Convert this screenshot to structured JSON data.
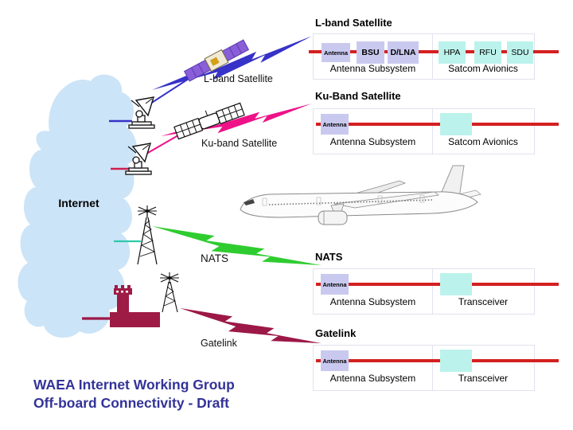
{
  "slide": {
    "title_line1": "WAEA Internet Working Group",
    "title_line2": "Off-board Connectivity - Draft",
    "title_color": "#333399"
  },
  "cloud": {
    "label": "Internet",
    "color": "#cce4f7"
  },
  "links": [
    {
      "id": "l-band",
      "label": "L-band Satellite",
      "color": "#3732c8"
    },
    {
      "id": "ku-band",
      "label": "Ku-band Satellite",
      "color": "#ee1188"
    },
    {
      "id": "nats",
      "label": "NATS",
      "color": "#2fcc2f"
    },
    {
      "id": "gatelink",
      "label": "Gatelink",
      "color": "#9c1847"
    }
  ],
  "icons": [
    "internet-cloud",
    "ground-dish-icon",
    "ground-dish-icon",
    "l-band-satellite-icon",
    "ku-band-satellite-icon",
    "radio-tower-icon",
    "airport-tower-icon",
    "aircraft-icon",
    "lightning-bolt-icon"
  ],
  "panels": [
    {
      "title": "L-band Satellite",
      "left_label": "Antenna Subsystem",
      "right_label": "Satcom Avionics",
      "left_boxes": [
        {
          "label": "Antenna"
        },
        {
          "label": "BSU"
        },
        {
          "label": "D/LNA"
        }
      ],
      "right_boxes": [
        {
          "label": "HPA"
        },
        {
          "label": "RFU"
        },
        {
          "label": "SDU"
        }
      ]
    },
    {
      "title": "Ku-Band Satellite",
      "left_label": "Antenna Subsystem",
      "right_label": "Satcom Avionics",
      "left_boxes": [
        {
          "label": "Antenna"
        }
      ],
      "right_boxes": [
        {
          "label": ""
        }
      ]
    },
    {
      "title": "NATS",
      "left_label": "Antenna Subsystem",
      "right_label": "Transceiver",
      "left_boxes": [
        {
          "label": "Antenna"
        }
      ],
      "right_boxes": [
        {
          "label": ""
        }
      ]
    },
    {
      "title": "Gatelink",
      "left_label": "Antenna Subsystem",
      "right_label": "Transceiver",
      "left_boxes": [
        {
          "label": "Antenna"
        }
      ],
      "right_boxes": [
        {
          "label": ""
        }
      ]
    }
  ],
  "colors": {
    "red_line": "#d42020",
    "lavender_box": "#c9c9f0",
    "cyan_box": "#bcf2ec"
  }
}
